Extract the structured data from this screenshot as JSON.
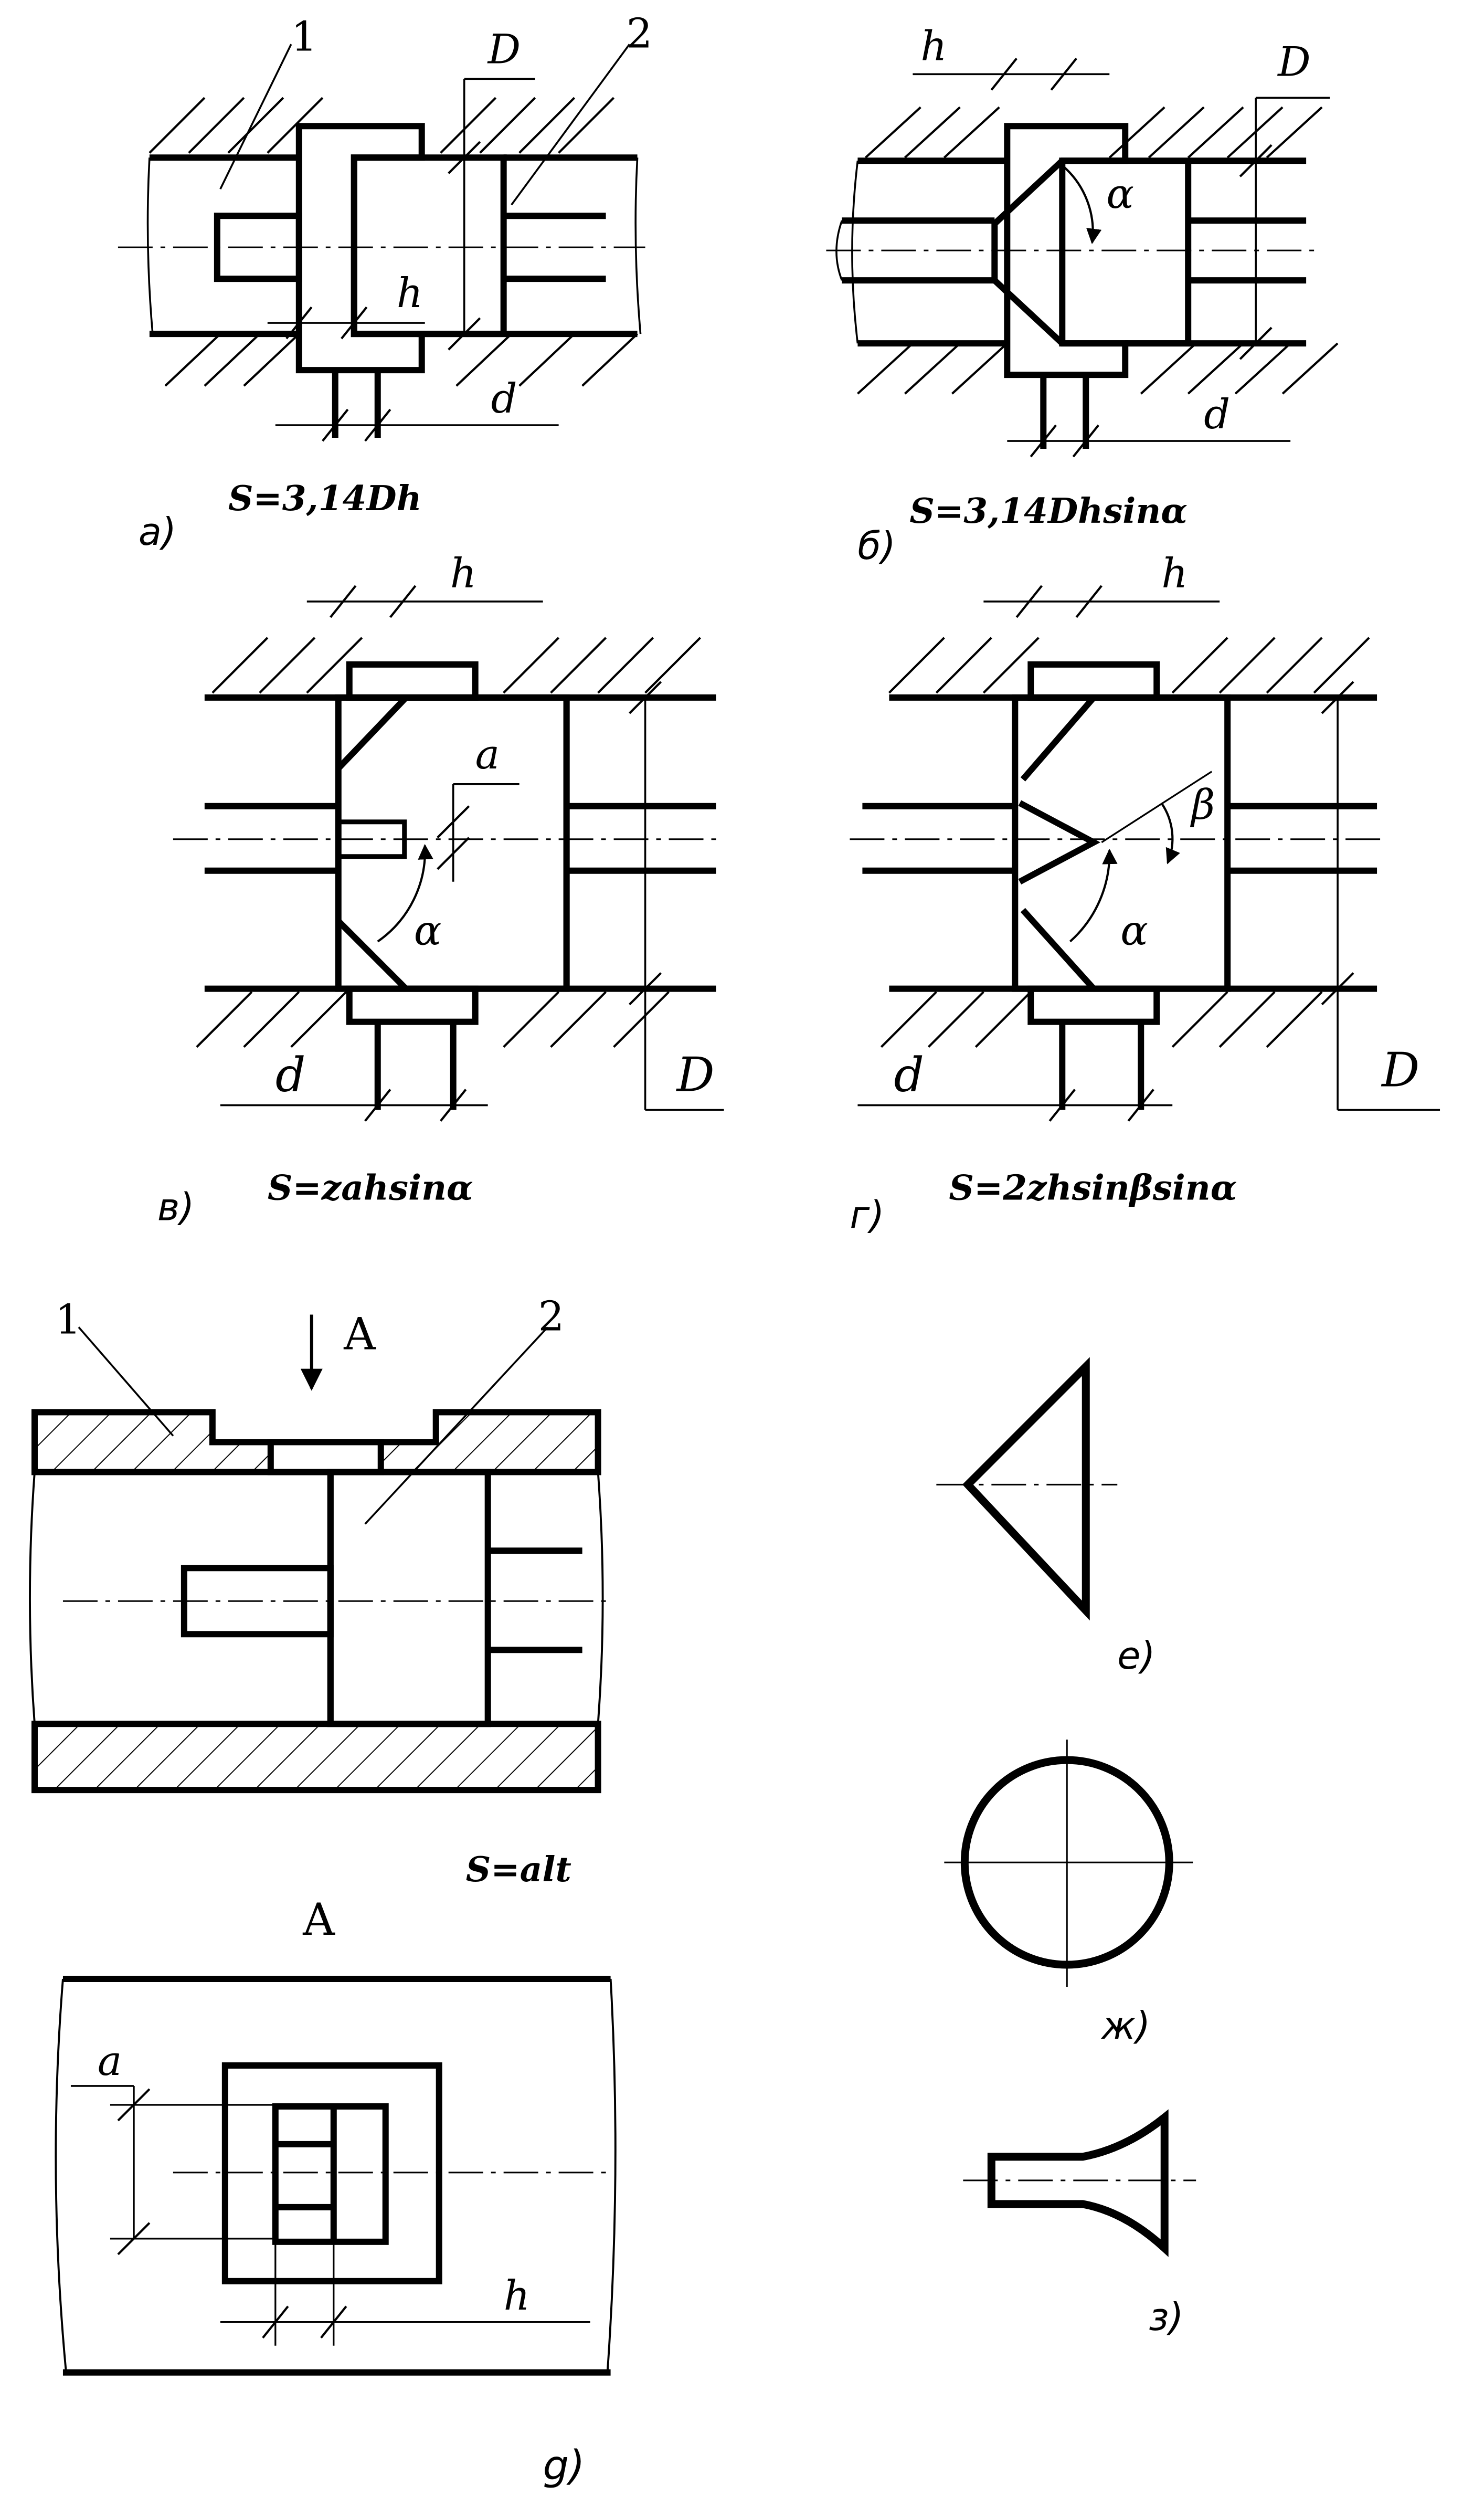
{
  "panels": {
    "a": {
      "caption": "а)",
      "formula": "S=3,14Dh",
      "labels": {
        "part1": "1",
        "part2": "2",
        "D": "D",
        "h": "h",
        "d": "d"
      }
    },
    "b": {
      "caption": "б)",
      "formula": "S=3,14Dhsinα",
      "labels": {
        "h": "h",
        "D": "D",
        "alpha": "α",
        "d": "d"
      }
    },
    "v": {
      "caption": "в)",
      "formula": "S=zahsinα",
      "labels": {
        "h": "h",
        "a": "a",
        "alpha": "α",
        "d": "d",
        "D": "D"
      }
    },
    "g": {
      "caption": "г)",
      "formula": "S=2zhsinβsinα",
      "labels": {
        "h": "h",
        "beta": "β",
        "alpha": "α",
        "d": "d",
        "D": "D"
      }
    },
    "d": {
      "caption": "g)",
      "formula": "S=alt",
      "labels": {
        "part1": "1",
        "part2": "2",
        "arrowA": "А",
        "viewA": "А",
        "a": "a",
        "h": "h"
      }
    },
    "e": {
      "caption": "е)"
    },
    "zh": {
      "caption": "ж)"
    },
    "z": {
      "caption": "з)"
    }
  }
}
